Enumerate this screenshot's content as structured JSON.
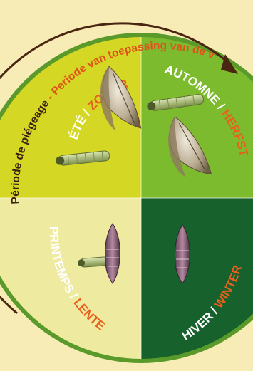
{
  "arc_caption": {
    "fr": "Période de piégeage",
    "separator": " - ",
    "nl": "Periode van toepassing van de val"
  },
  "seasons": {
    "summer": {
      "fr": "ÉTÉ",
      "sep": " / ",
      "nl": "ZOMER"
    },
    "autumn": {
      "fr": "AUTOMNE",
      "sep": " / ",
      "nl": "HERFST"
    },
    "spring": {
      "fr": "PRINTEMPS",
      "sep": " / ",
      "nl": "LENTE"
    },
    "winter": {
      "fr": "HIVER",
      "sep": " / ",
      "nl": "WINTER"
    }
  },
  "colors": {
    "background": "#f7ecb6",
    "summer": "#d4d723",
    "autumn": "#7dbb2e",
    "spring": "#eeeaa0",
    "winter": "#17612d",
    "ring": "#5a9a2a",
    "caption_fr": "#3b1f10",
    "caption_nl": "#e0521c",
    "arrow": "#4a2512",
    "label_white": "#ffffff",
    "label_orange": "#e8601c"
  },
  "icons": {
    "moth": "moth-icon",
    "caterpillar": "caterpillar-icon",
    "pupa": "pupa-icon",
    "arrow": "arrowhead-icon"
  }
}
